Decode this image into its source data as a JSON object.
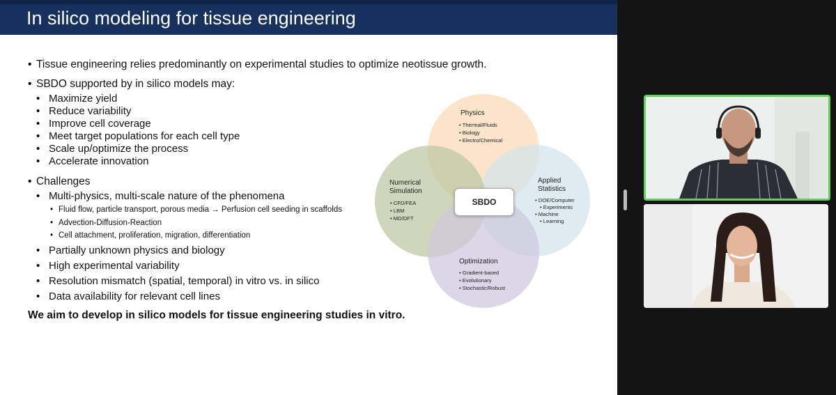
{
  "slide": {
    "title": "In silico modeling for tissue engineering",
    "bullets": [
      {
        "text": "Tissue engineering relies predominantly on experimental studies to optimize neotissue growth."
      },
      {
        "text": "SBDO supported by in silico models may:"
      },
      {
        "text": "Maximize yield"
      },
      {
        "text": "Reduce variability"
      },
      {
        "text": "Improve cell coverage"
      },
      {
        "text": "Meet target populations for each cell type"
      },
      {
        "text": "Scale up/optimize the process"
      },
      {
        "text": "Accelerate innovation"
      },
      {
        "text": "Challenges"
      },
      {
        "text": "Multi-physics, multi-scale nature of the phenomena"
      },
      {
        "text": "Fluid flow, particle transport, porous media → Perfusion cell seeding in scaffolds"
      },
      {
        "text": "Advection-Diffusion-Reaction"
      },
      {
        "text": "Cell attachment, proliferation, migration, differentiation"
      },
      {
        "text": "Partially unknown physics and biology"
      },
      {
        "text": "High experimental variability"
      },
      {
        "text": "Resolution mismatch (spatial, temporal) in vitro vs. in silico"
      },
      {
        "text": "Data availability for relevant cell lines"
      }
    ],
    "aim": "We aim to develop in silico models for tissue engineering studies in vitro."
  },
  "venn": {
    "center": "SBDO",
    "physics": {
      "title": "Physics",
      "items": [
        "Thermal/Fluids",
        "Biology",
        "Electro/Chemical"
      ],
      "color": "#f9d9b6"
    },
    "statistics": {
      "title_lines": [
        "Applied",
        "Statistics"
      ],
      "items": [
        "DOE/Computer",
        "Experiments",
        "Machine",
        "Learning"
      ],
      "color": "#d3e3ea"
    },
    "numerical": {
      "title_lines": [
        "Numerical",
        "Simulation"
      ],
      "items": [
        "CFD/FEA",
        "LBM",
        "MD/DFT"
      ],
      "color": "#bcc6a1"
    },
    "optimization": {
      "title": "Optimization",
      "items": [
        "Gradient-based",
        "Evolutionary",
        "Stochastic/Robust"
      ],
      "color": "#cfc7dd"
    }
  },
  "participants": [
    {
      "active_speaker": true,
      "accent": "#5fd45a"
    },
    {
      "active_speaker": false
    }
  ]
}
